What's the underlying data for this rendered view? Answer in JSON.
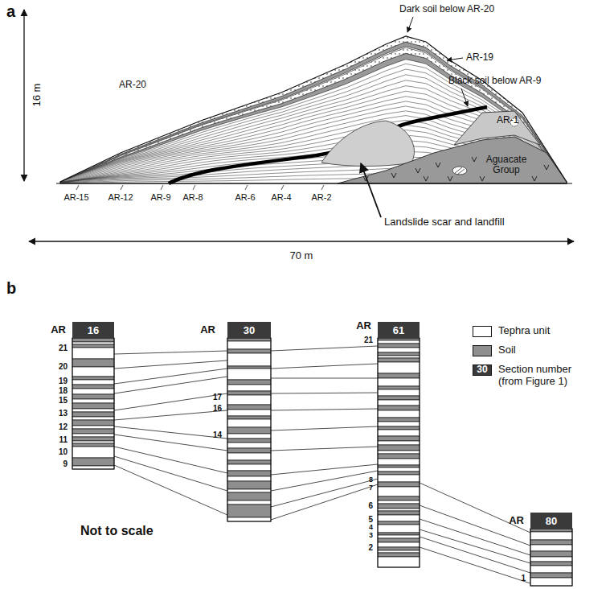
{
  "diagram": {
    "nodes": [
      {
        "text": [
          "16"
        ]
      },
      {
        "text": [
          "30"
        ]
      },
      {
        "text": [
          "61"
        ]
      },
      {
        "text": [
          "80"
        ]
      }
    ],
    "labels": [
      "a",
      "16 m",
      "Dark soil below AR-20",
      "AR-19",
      "Black soil below AR-9",
      "AR-1",
      "Aguacate Group",
      "AR-20",
      "AR-15",
      "AR-12",
      "AR-9",
      "AR-8",
      "AR-6",
      "AR-4",
      "AR-2",
      "Landslide scar and landfill",
      "70 m",
      "b",
      "AR",
      "21",
      "20",
      "19",
      "18",
      "15",
      "13",
      "12",
      "11",
      "10",
      "9",
      "AR",
      "17",
      "16",
      "14",
      "AR",
      "21",
      "8",
      "7",
      "6",
      "5",
      "4",
      "3",
      "2",
      "AR",
      "1",
      "30",
      "Not to scale"
    ],
    "legend": [
      {
        "text": "Tephra unit",
        "color": "#ffffff"
      },
      {
        "text": "Soil",
        "color": "#8e8e8e"
      },
      {
        "text": "Section number (from Figure 1)",
        "color": "#3a3a3a"
      }
    ]
  }
}
